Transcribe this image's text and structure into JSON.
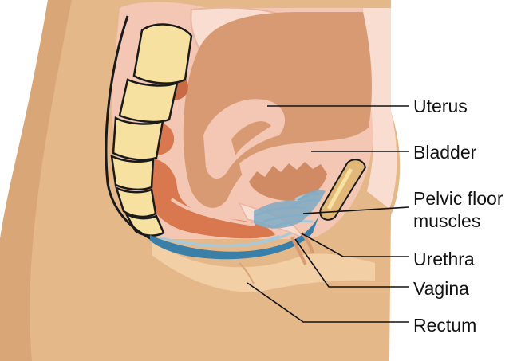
{
  "labels": {
    "uterus": "Uterus",
    "bladder": "Bladder",
    "pelvic_floor_line1": "Pelvic floor",
    "pelvic_floor_line2": "muscles",
    "urethra": "Urethra",
    "vagina": "Vagina",
    "rectum": "Rectum"
  },
  "colors": {
    "skin": "#e5b88a",
    "skin_light": "#f2cfa5",
    "uterus": "#d89a72",
    "pink": "#f4c6b4",
    "pink_light": "#f9ddd0",
    "spine": "#f6e1a0",
    "bowel": "#d9784e",
    "bladder_inner": "#d08a64",
    "muscle_blue": "#3a7fa8",
    "muscle_light": "#a9c9d9",
    "pubic_bone": "#e2b778",
    "outline": "#1a1a1a"
  }
}
